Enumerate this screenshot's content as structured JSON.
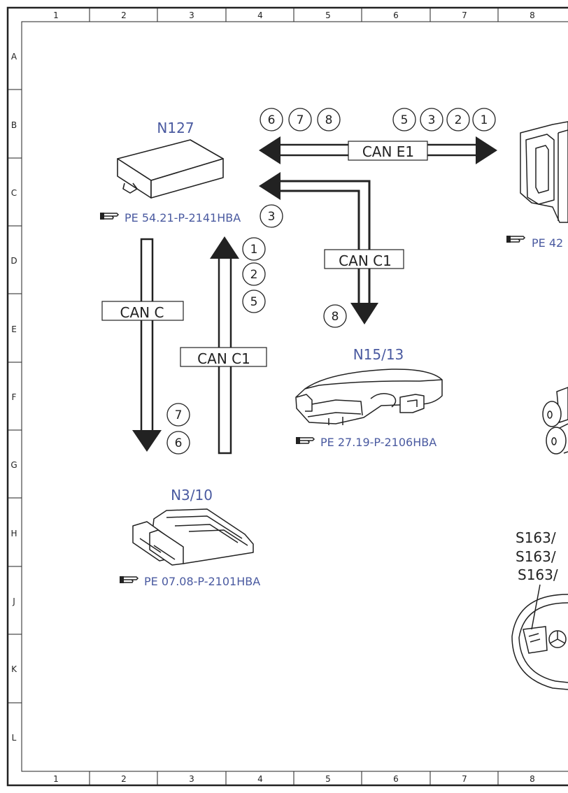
{
  "colors": {
    "line": "#222222",
    "accent": "#4a5aa0",
    "background": "#ffffff"
  },
  "grid": {
    "columns": [
      "1",
      "2",
      "3",
      "4",
      "5",
      "6",
      "7",
      "8"
    ],
    "rows": [
      "A",
      "B",
      "C",
      "D",
      "E",
      "F",
      "G",
      "H",
      "J",
      "K",
      "L"
    ]
  },
  "components": {
    "n127": {
      "label": "N127",
      "ref": "PE 54.21-P-2141HBA"
    },
    "n3_10": {
      "label": "N3/10",
      "ref": "PE 07.08-P-2101HBA"
    },
    "n15_13": {
      "label": "N15/13",
      "ref": "PE 27.19-P-2106HBA"
    },
    "right_unit": {
      "ref": "PE 42"
    }
  },
  "buses": {
    "can_e1": "CAN E1",
    "can_c1_top": "CAN C1",
    "can_c": "CAN C",
    "can_c1_left": "CAN C1"
  },
  "messages": {
    "top_left": [
      "6",
      "7",
      "8"
    ],
    "top_right": [
      "5",
      "3",
      "2",
      "1"
    ],
    "n127_side": "3",
    "up_arrow": [
      "1",
      "2",
      "5"
    ],
    "down_arrow": [
      "7",
      "6"
    ],
    "can_c1_down": "8"
  },
  "switches": [
    "S163/",
    "S163/",
    "S163/"
  ],
  "icons": {
    "reference": "pointing-hand-icon"
  }
}
